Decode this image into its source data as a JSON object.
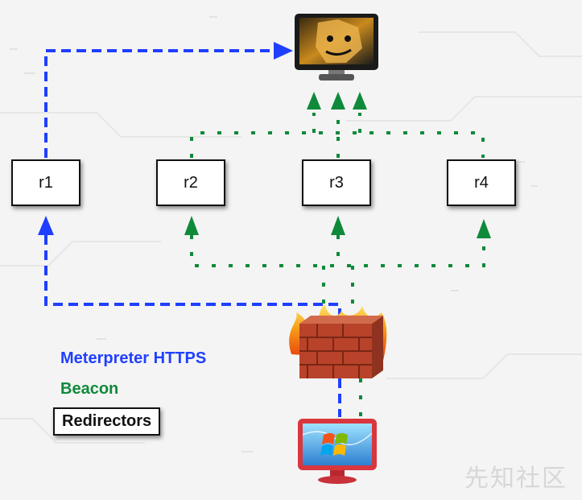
{
  "colors": {
    "https": "#1f3fff",
    "beacon": "#0f8a3a",
    "box_border": "#111111"
  },
  "redirectors": [
    {
      "id": "r1",
      "label": "r1"
    },
    {
      "id": "r2",
      "label": "r2"
    },
    {
      "id": "r3",
      "label": "r3"
    },
    {
      "id": "r4",
      "label": "r4"
    }
  ],
  "legend": {
    "https_label": "Meterpreter HTTPS",
    "beacon_label": "Beacon",
    "redirectors_label": "Redirectors"
  },
  "icons": {
    "team_server": "monitor-hacker-icon",
    "firewall": "firewall-icon",
    "target": "windows-monitor-icon"
  },
  "watermark": "先知社区"
}
